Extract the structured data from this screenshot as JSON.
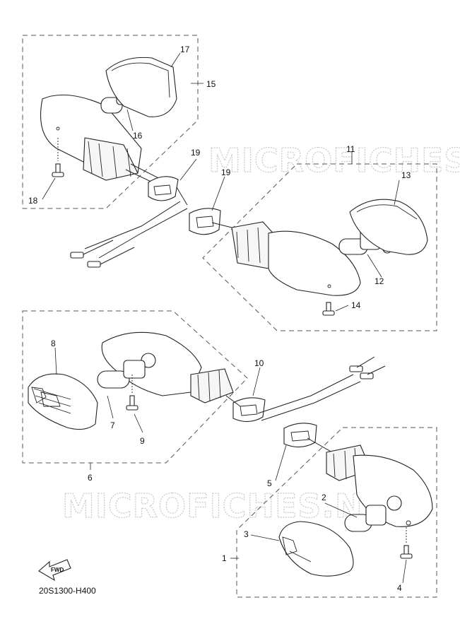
{
  "watermark": "MICROFICHES.NET",
  "diagram_code": "20S1300-H400",
  "fwd_label": "FWD",
  "callouts": {
    "c1": "1",
    "c2": "2",
    "c3": "3",
    "c4": "4",
    "c5": "5",
    "c6": "6",
    "c7": "7",
    "c8": "8",
    "c9": "9",
    "c10": "10",
    "c11": "11",
    "c12": "12",
    "c13": "13",
    "c14": "14",
    "c15": "15",
    "c16": "16",
    "c17": "17",
    "c18": "18",
    "c19a": "19",
    "c19b": "19"
  }
}
